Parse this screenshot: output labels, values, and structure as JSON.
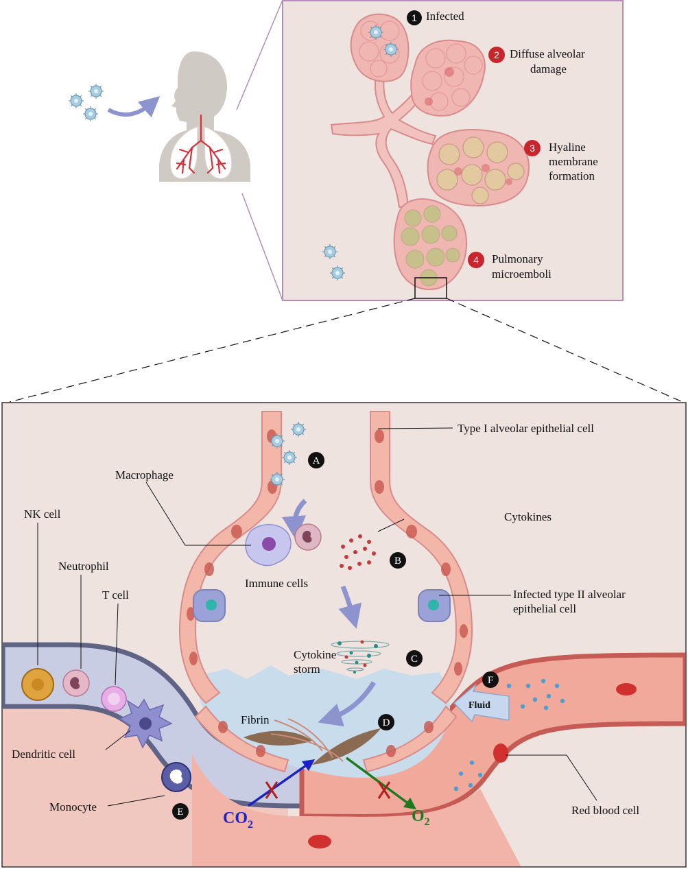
{
  "top_panel": {
    "stages": [
      {
        "number": "1",
        "label": "Infected",
        "badge_color": "#111111"
      },
      {
        "number": "2",
        "label_lines": [
          "Diffuse alveolar",
          "damage"
        ],
        "badge_color": "#c8252c"
      },
      {
        "number": "3",
        "label_lines": [
          "Hyaline",
          "membrane",
          "formation"
        ],
        "badge_color": "#c8252c"
      },
      {
        "number": "4",
        "label_lines": [
          "Pulmonary",
          "microemboli"
        ],
        "badge_color": "#c8252c"
      }
    ]
  },
  "bottom_panel": {
    "labels": {
      "type1": "Type I alveolar epithelial cell",
      "macrophage": "Macrophage",
      "cytokines": "Cytokines",
      "nk_cell": "NK cell",
      "neutrophil": "Neutrophil",
      "t_cell": "T cell",
      "immune_cells": "Immune cells",
      "infected_type2_lines": [
        "Infected type II alveolar",
        "epithelial cell"
      ],
      "cytokine_storm_lines": [
        "Cytokine",
        "storm"
      ],
      "fluid": "Fluid",
      "fibrin": "Fibrin",
      "dendritic_cell": "Dendritic cell",
      "monocyte": "Monocyte",
      "red_blood_cell": "Red blood cell",
      "co2": "CO",
      "co2_sub": "2",
      "o2": "O",
      "o2_sub": "2"
    },
    "markers": [
      "A",
      "B",
      "C",
      "D",
      "E",
      "F"
    ]
  },
  "colors": {
    "panel_bg": "#eee3df",
    "panel_border_top": "#b48cba",
    "alveoli_fill": "#f0b6b2",
    "alveoli_stroke": "#d98a8a",
    "fluid_blue": "#c9dcec",
    "vessel_blue": "#c8cde4",
    "vessel_red": "#f0a99a",
    "virus": "#8fb8cf",
    "arrow": "#8d93cf",
    "co2": "#1a22c8",
    "o2": "#1f7a1f",
    "cross": "#b01e1e"
  }
}
